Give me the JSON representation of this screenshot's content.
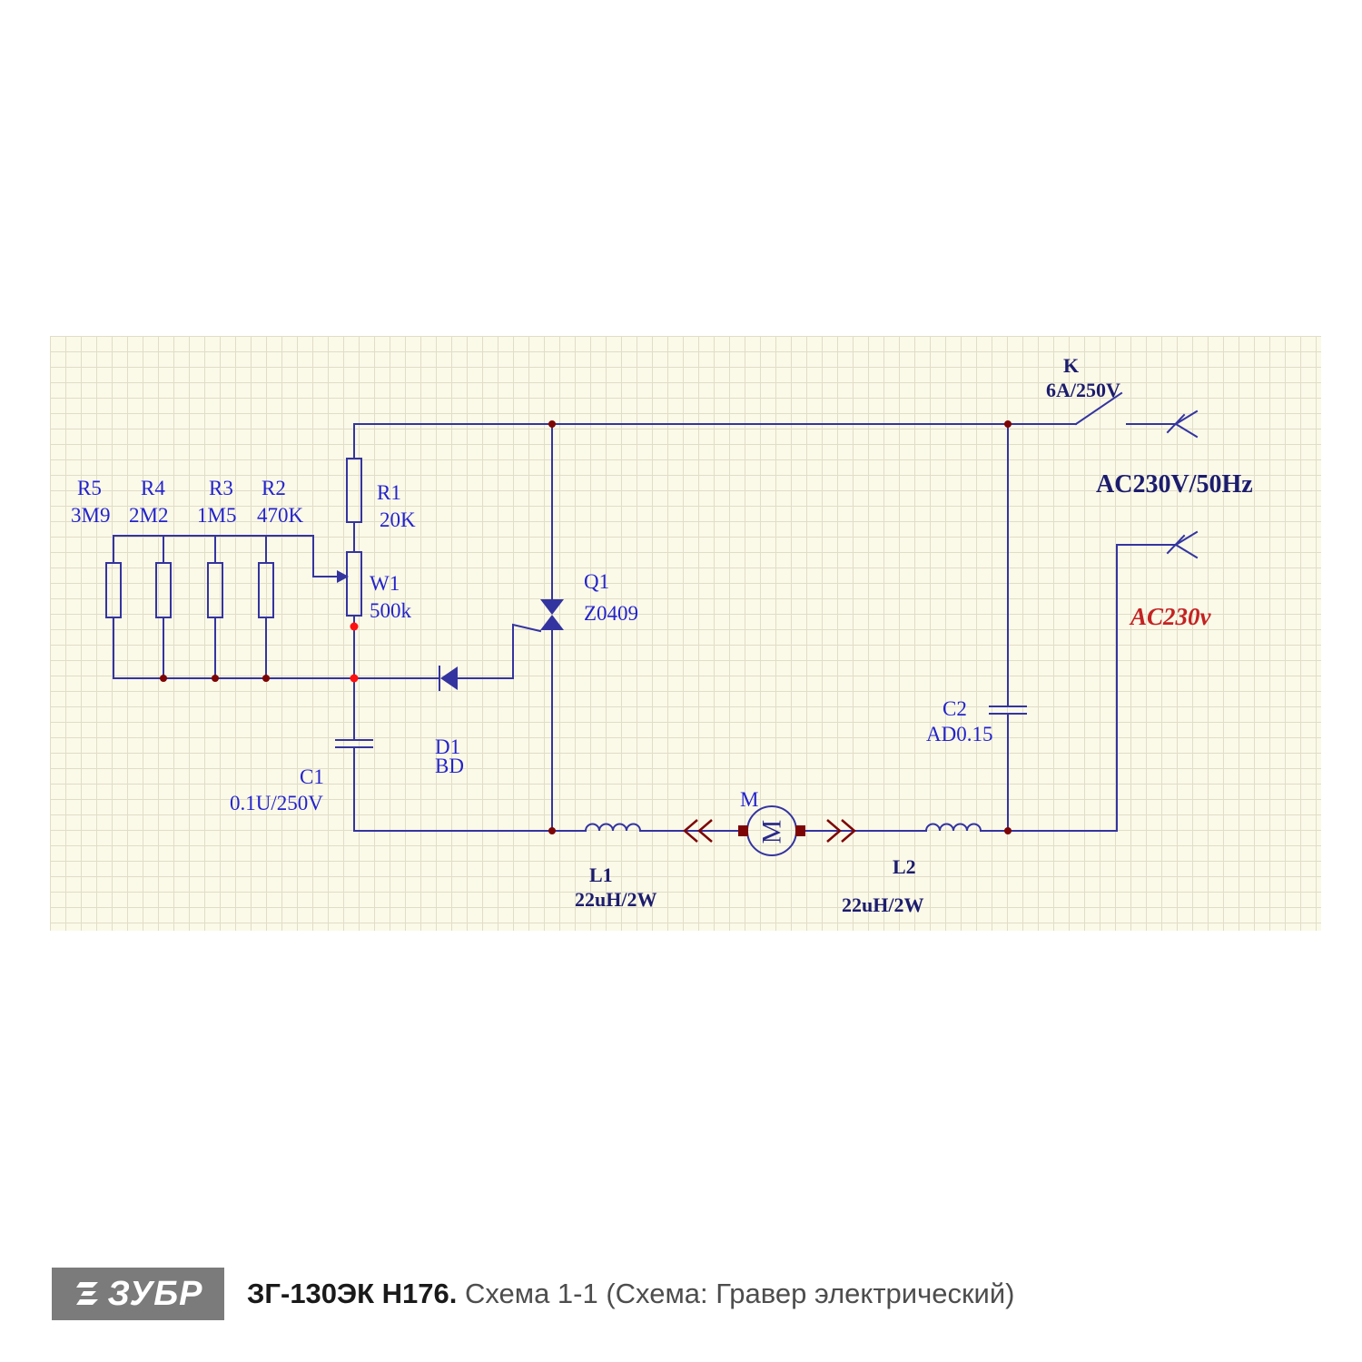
{
  "schematic": {
    "colors": {
      "wire": "#3434a0",
      "label_blue": "#2323cd",
      "label_navy": "#1c1c6e",
      "label_red": "#c32222",
      "junction_dot": "#7d0505",
      "red_dot": "#ff1010",
      "grid_background": "#fbf9e8",
      "grid_line": "#e0ddc8",
      "logo_background": "#7b7b7b"
    },
    "labels": {
      "r5": "R5",
      "r5v": "3M9",
      "r4": "R4",
      "r4v": "2M2",
      "r3": "R3",
      "r3v": "1M5",
      "r2": "R2",
      "r2v": "470K",
      "r1": "R1",
      "r1v": "20K",
      "w1": "W1",
      "w1v": "500k",
      "q1": "Q1",
      "q1v": "Z0409",
      "d1": "D1",
      "d1v": "BD",
      "c1": "C1",
      "c1v": "0.1U/250V",
      "c2": "C2",
      "c2v": "AD0.15",
      "m": "M",
      "motor_letter": "M",
      "l1": "L1",
      "l1v": "22uH/2W",
      "l2": "L2",
      "l2v": "22uH/2W",
      "k": "K",
      "kv": "6A/250V",
      "mains": "AC230V/50Hz",
      "load": "AC230v"
    }
  },
  "footer": {
    "logo": "ЗУБР",
    "title_bold": "ЗГ-130ЭК Н176.",
    "title_rest": " Схема 1-1 (Схема: Гравер электрический)"
  }
}
